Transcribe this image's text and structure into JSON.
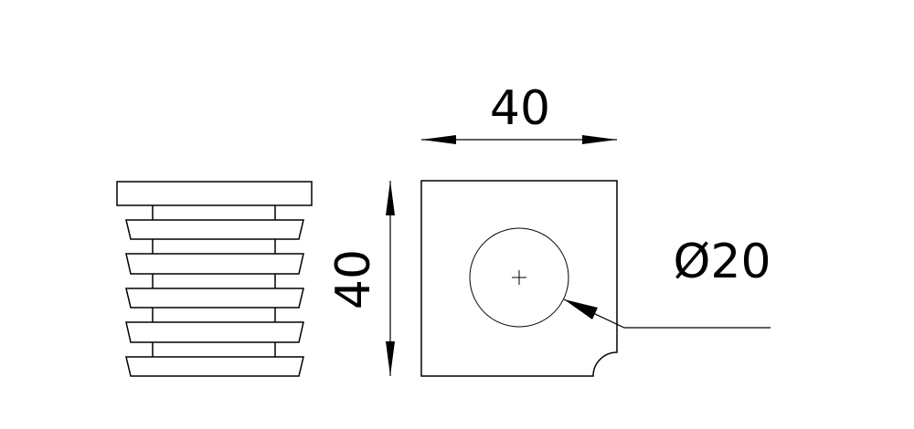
{
  "drawing": {
    "top_dimension": "40",
    "side_dimension": "40",
    "diameter_callout": "Ø20",
    "line_color": "#000000",
    "background": "#ffffff"
  }
}
